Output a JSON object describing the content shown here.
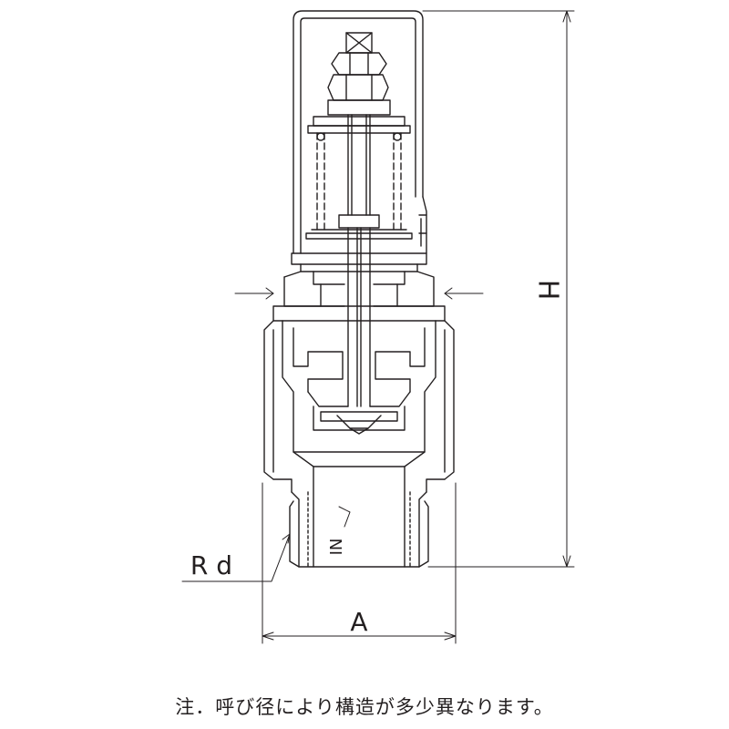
{
  "dimension_labels": {
    "height": "H",
    "width": "A",
    "thread": "R d",
    "inlet": "IN"
  },
  "note": "注．呼び径により構造が多少異なります。",
  "colors": {
    "line": "#231f20",
    "background": "#ffffff"
  }
}
